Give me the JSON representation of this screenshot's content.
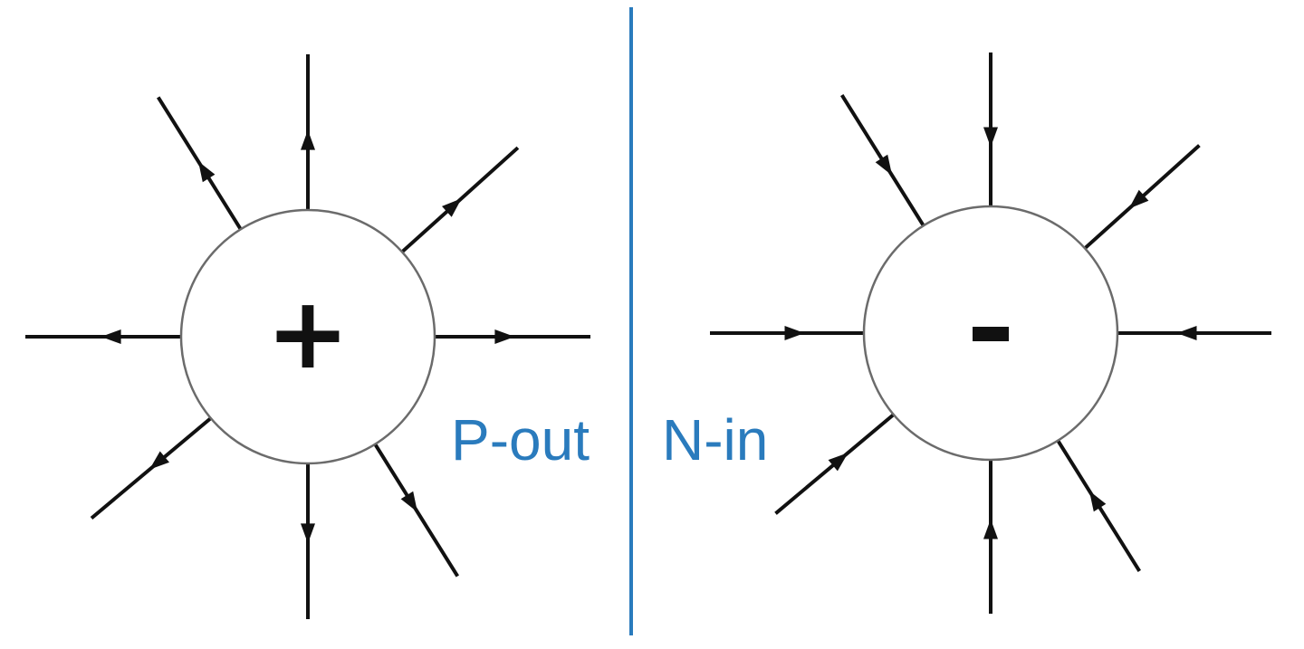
{
  "colors": {
    "line": "#111111",
    "circle_stroke": "#6b6b6b",
    "accent": "#2a7bbd",
    "background": "#ffffff"
  },
  "positive_charge": {
    "symbol": "+",
    "label": "P-out",
    "field_direction": "out"
  },
  "negative_charge": {
    "symbol": "-",
    "label": "N-in",
    "field_direction": "in"
  }
}
